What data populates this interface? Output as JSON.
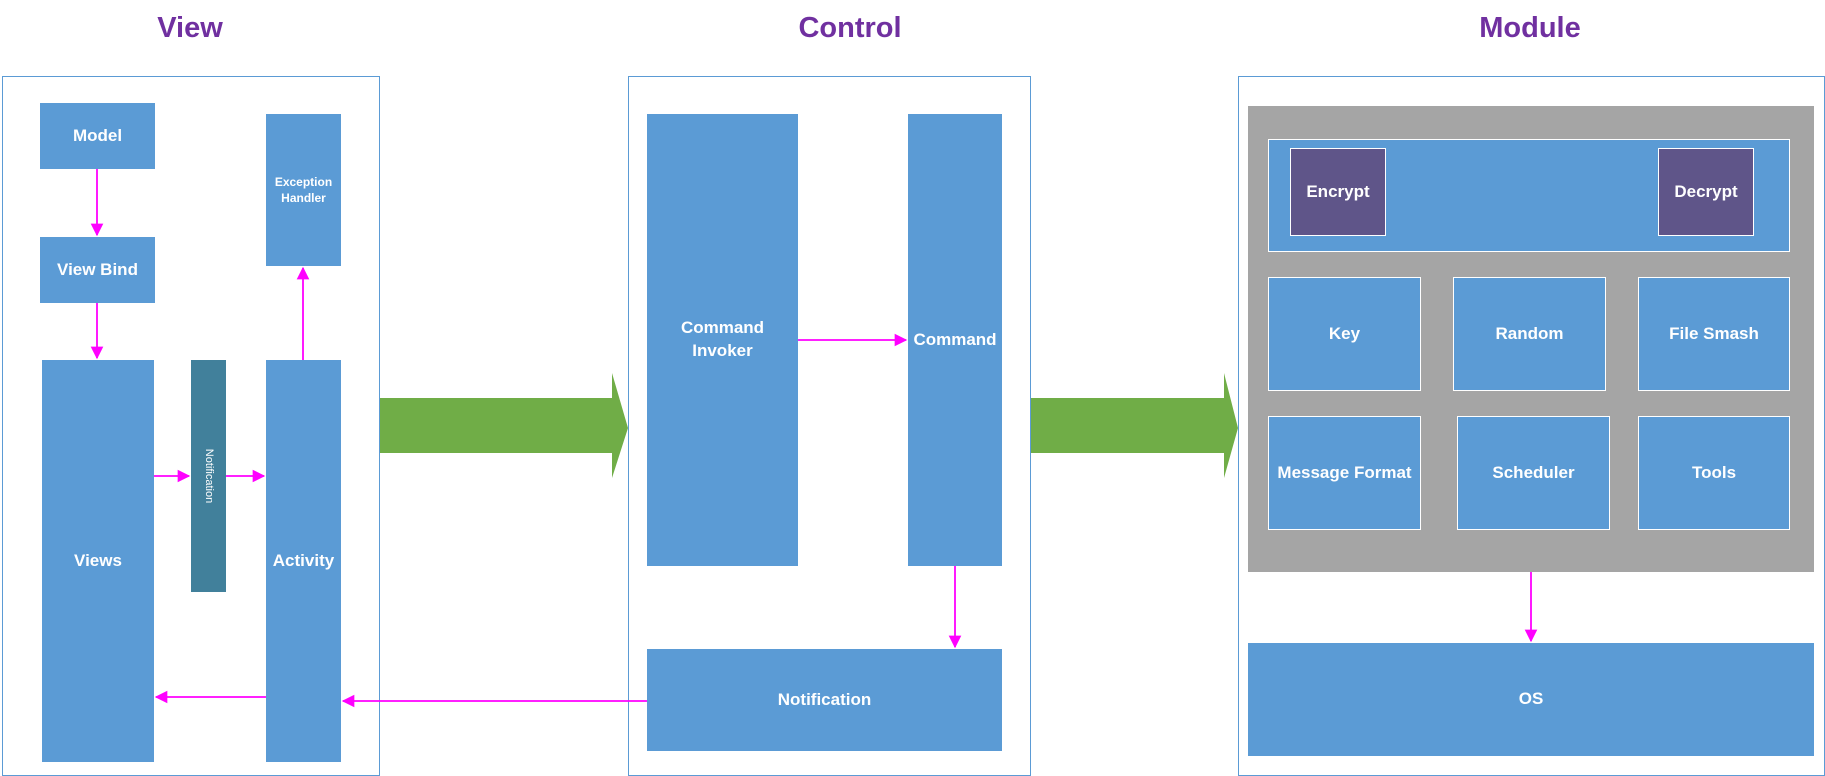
{
  "colors": {
    "title": "#7030A0",
    "box": "#5B9BD5",
    "purple_box": "#5F5589",
    "notification_strip": "#41809B",
    "module_panel": "#A5A5A5",
    "connector": "#FF00FF",
    "big_arrow": "#70AD47"
  },
  "titles": {
    "view": "View",
    "control": "Control",
    "module": "Module"
  },
  "view": {
    "model": "Model",
    "view_bind": "View Bind",
    "views": "Views",
    "notification": "Notification",
    "activity": "Activity",
    "exception_handler": "Exception Handler"
  },
  "control": {
    "command_invoker": "Command Invoker",
    "command": "Command",
    "notification": "Notification"
  },
  "module": {
    "encrypt": "Encrypt",
    "decrypt": "Decrypt",
    "key": "Key",
    "random": "Random",
    "file_smash": "File Smash",
    "message_format": "Message Format",
    "scheduler": "Scheduler",
    "tools": "Tools",
    "os": "OS"
  }
}
